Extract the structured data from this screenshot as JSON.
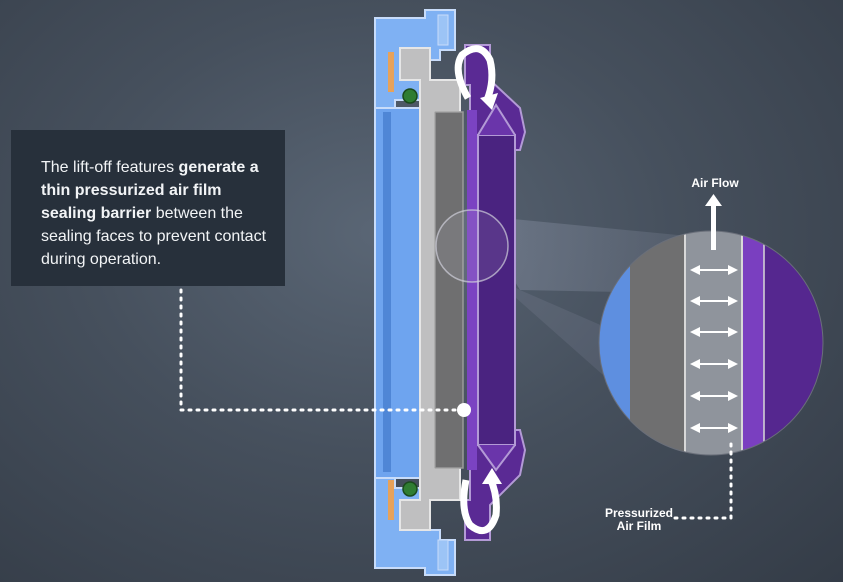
{
  "callout": {
    "text_1": "The lift-off features ",
    "text_bold": "generate a thin pressurized air film sealing barrier",
    "text_2": " between the sealing faces to prevent contact during operation."
  },
  "labels": {
    "air_flow": "Air Flow",
    "pressurized_line1": "Pressurized",
    "pressurized_line2": "Air Film"
  },
  "colors": {
    "background": "#4a5461",
    "callout_bg": "#27303b",
    "housing_blue": "#6fa6f0",
    "rotor_purple": "#6a2fa8",
    "stator_gray": "#6f6f70",
    "oring_green": "#2f7d32"
  }
}
